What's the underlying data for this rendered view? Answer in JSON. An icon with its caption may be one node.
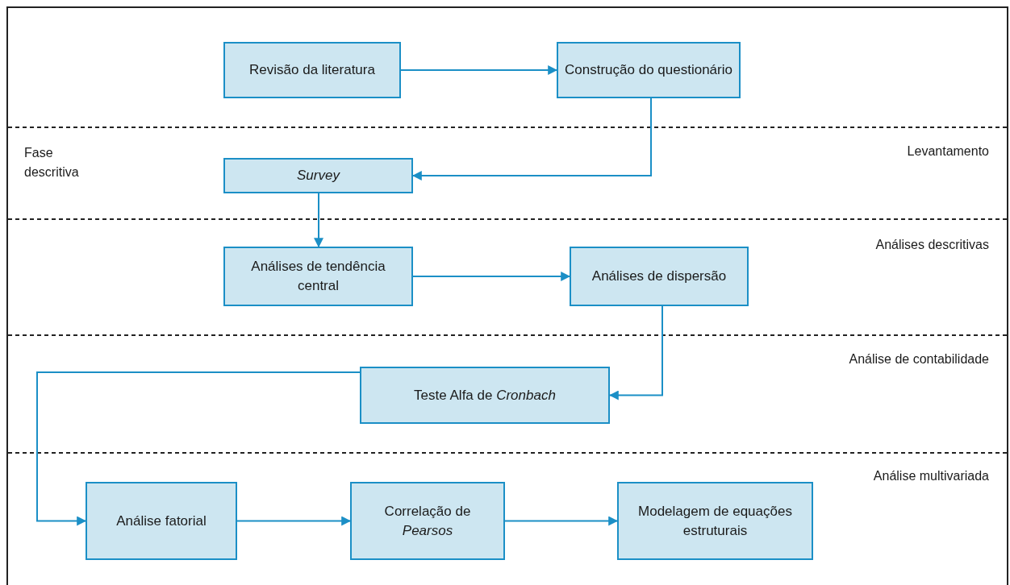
{
  "diagram": {
    "nodes": [
      {
        "text": [
          "Revisão da literatura"
        ]
      },
      {
        "text": [
          "Construção do questionário"
        ]
      },
      {
        "text": [
          "Survey"
        ]
      },
      {
        "text": [
          "Análises de tendência central"
        ]
      },
      {
        "text": [
          "Análises de dispersão"
        ]
      },
      {
        "text": [
          "Teste Alfa de *Cronbach*"
        ]
      },
      {
        "text": [
          "Análise fatorial"
        ]
      },
      {
        "text": [
          "Correlação de *Pearsos*"
        ]
      },
      {
        "text": [
          "Modelagem de equações estruturais"
        ]
      }
    ],
    "edges": [
      {
        "from": 0,
        "to": 1,
        "arrow": "to"
      },
      {
        "from": 1,
        "to": 2,
        "arrow": "to"
      },
      {
        "from": 2,
        "to": 3,
        "arrow": "to"
      },
      {
        "from": 3,
        "to": 4,
        "arrow": "to"
      },
      {
        "from": 4,
        "to": 5,
        "arrow": "to"
      },
      {
        "from": 5,
        "to": 6,
        "arrow": "to"
      },
      {
        "from": 6,
        "to": 7,
        "arrow": "to"
      },
      {
        "from": 7,
        "to": 8,
        "arrow": "to"
      }
    ],
    "labels": [
      "Fase descritiva",
      "Levantamento",
      "Análises descritivas",
      "Análise de contabilidade",
      "Análise multivariada"
    ]
  }
}
